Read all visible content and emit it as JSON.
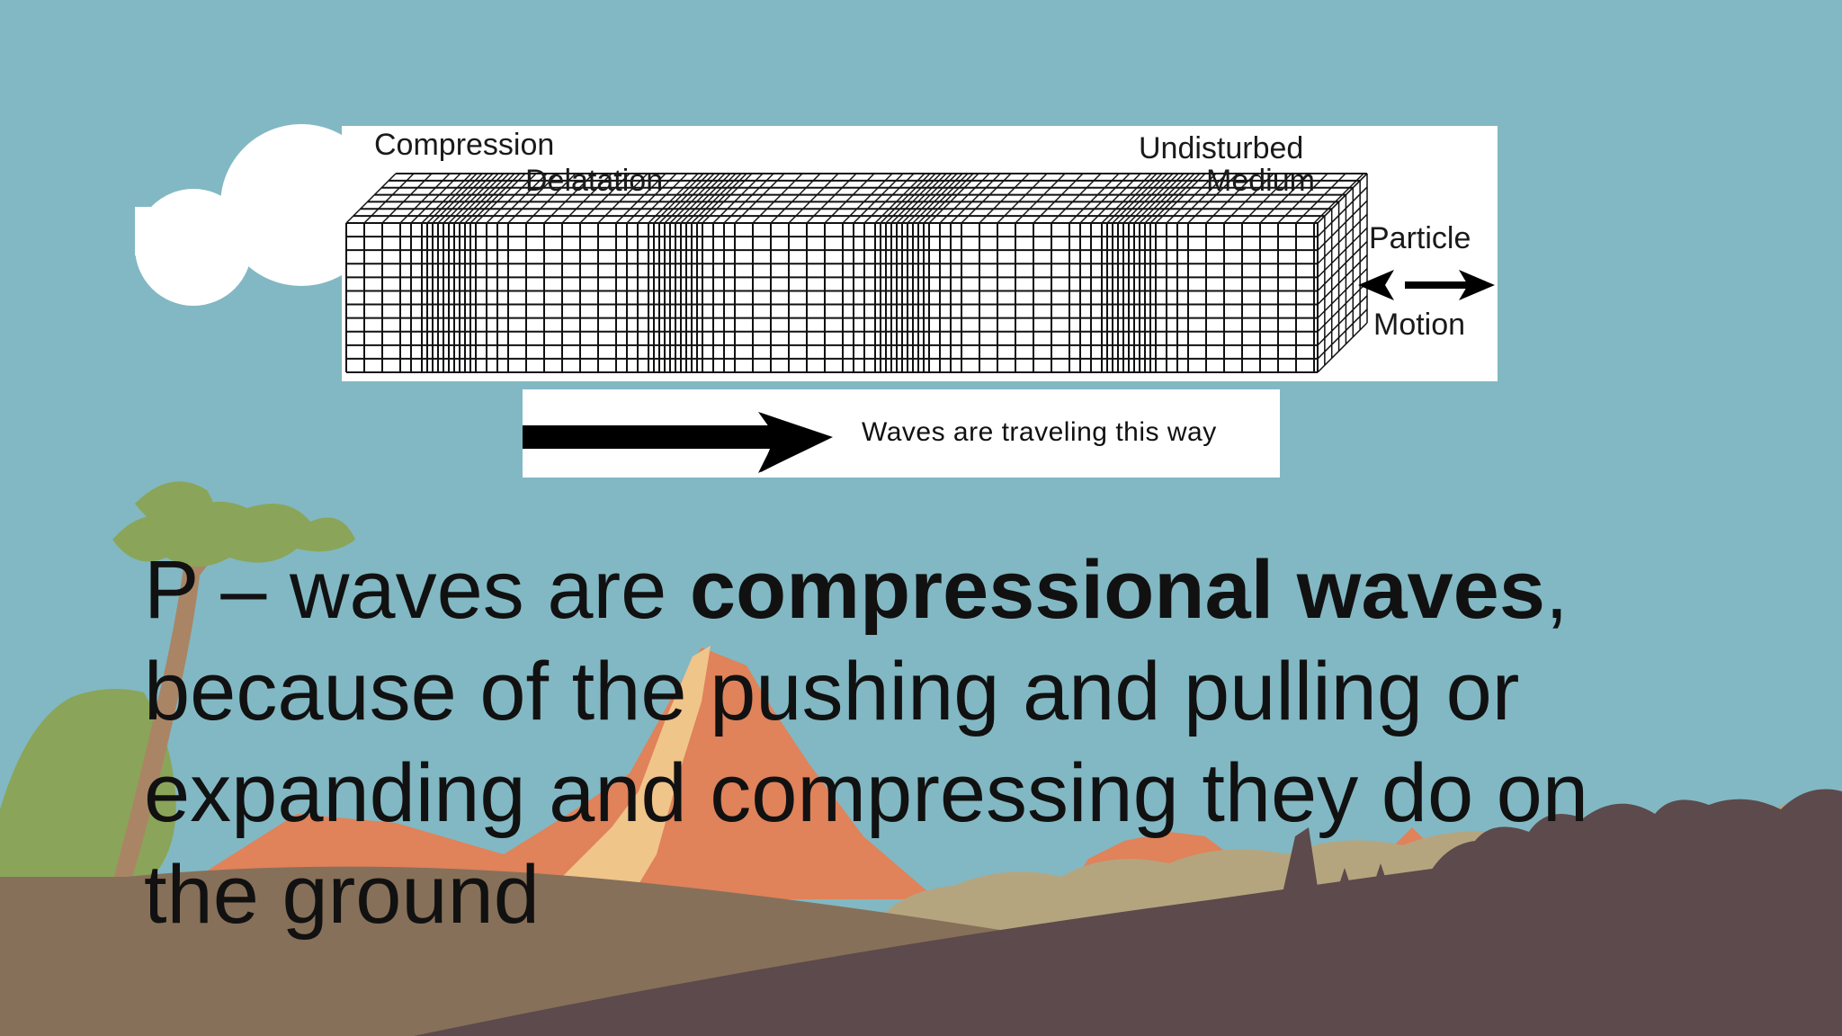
{
  "colors": {
    "sky": "#82b8c3",
    "cloud": "#ffffff",
    "mountain_orange": "#e0825a",
    "mountain_light": "#f0c58a",
    "bush_tan": "#b5a57f",
    "hill_brown": "#877059",
    "ground_dark": "#5c4a4c",
    "tree_green": "#8aa559",
    "tree_trunk": "#a98566",
    "text": "#111111"
  },
  "diagram": {
    "label_compression": "Compression",
    "label_delatation": "Delatation",
    "label_undisturbed_line1": "Undisturbed",
    "label_undisturbed_line2": "Medium",
    "label_particle": "Particle",
    "label_motion": "Motion",
    "compression_zones": 4
  },
  "direction": {
    "caption": "Waves are traveling this way"
  },
  "body": {
    "part1": "P – waves are ",
    "bold": "compressional waves",
    "part2": ", because of the pushing and pulling or expanding and compressing they do on the ground"
  }
}
